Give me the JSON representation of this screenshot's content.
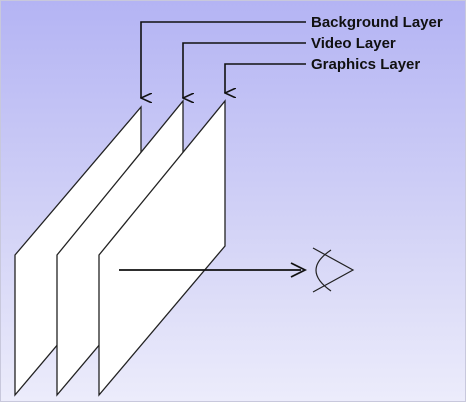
{
  "labels": {
    "background_layer": "Background Layer",
    "video_layer": "Video Layer",
    "graphics_layer": "Graphics Layer"
  },
  "colors": {
    "background_top": "#b4b4f4",
    "background_bottom": "#ececfb",
    "plane_fill": "#ffffff",
    "line": "#111111"
  },
  "icons": {
    "viewer": "eye-icon"
  }
}
